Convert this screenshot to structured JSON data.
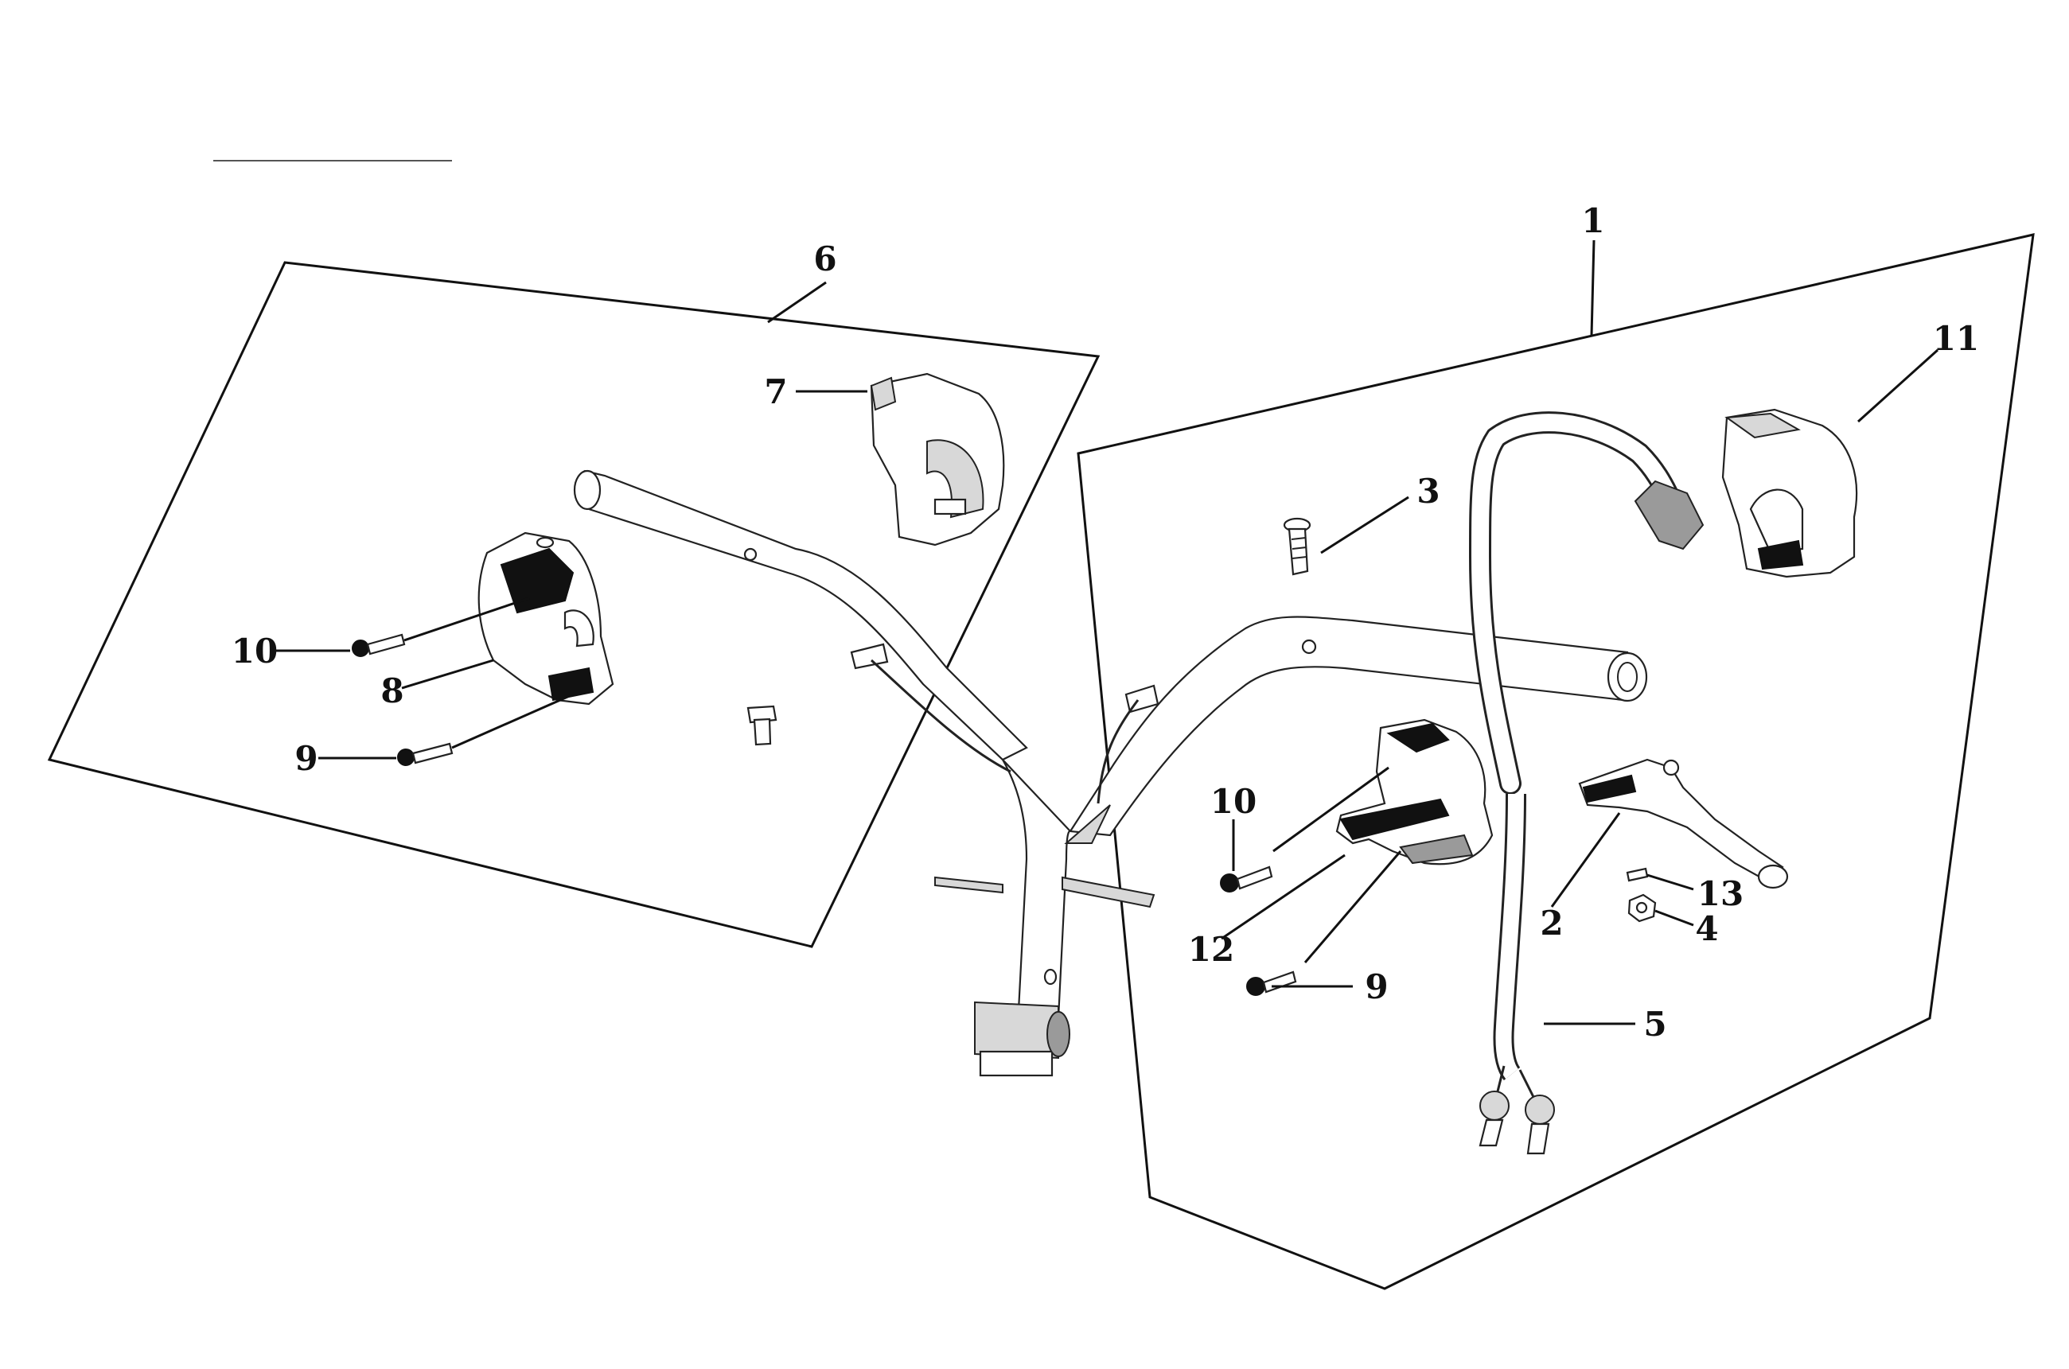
{
  "diagram": {
    "callouts": [
      {
        "id": "c1",
        "text": "1"
      },
      {
        "id": "c2",
        "text": "2"
      },
      {
        "id": "c3",
        "text": "3"
      },
      {
        "id": "c4",
        "text": "4"
      },
      {
        "id": "c5",
        "text": "5"
      },
      {
        "id": "c6",
        "text": "6"
      },
      {
        "id": "c7",
        "text": "7"
      },
      {
        "id": "c8",
        "text": "8"
      },
      {
        "id": "c9a",
        "text": "9"
      },
      {
        "id": "c9b",
        "text": "9"
      },
      {
        "id": "c10a",
        "text": "10"
      },
      {
        "id": "c10b",
        "text": "10"
      },
      {
        "id": "c11",
        "text": "11"
      },
      {
        "id": "c12",
        "text": "12"
      },
      {
        "id": "c13",
        "text": "13"
      }
    ]
  },
  "colors": {
    "ink": "#111111",
    "background": "#ffffff"
  }
}
